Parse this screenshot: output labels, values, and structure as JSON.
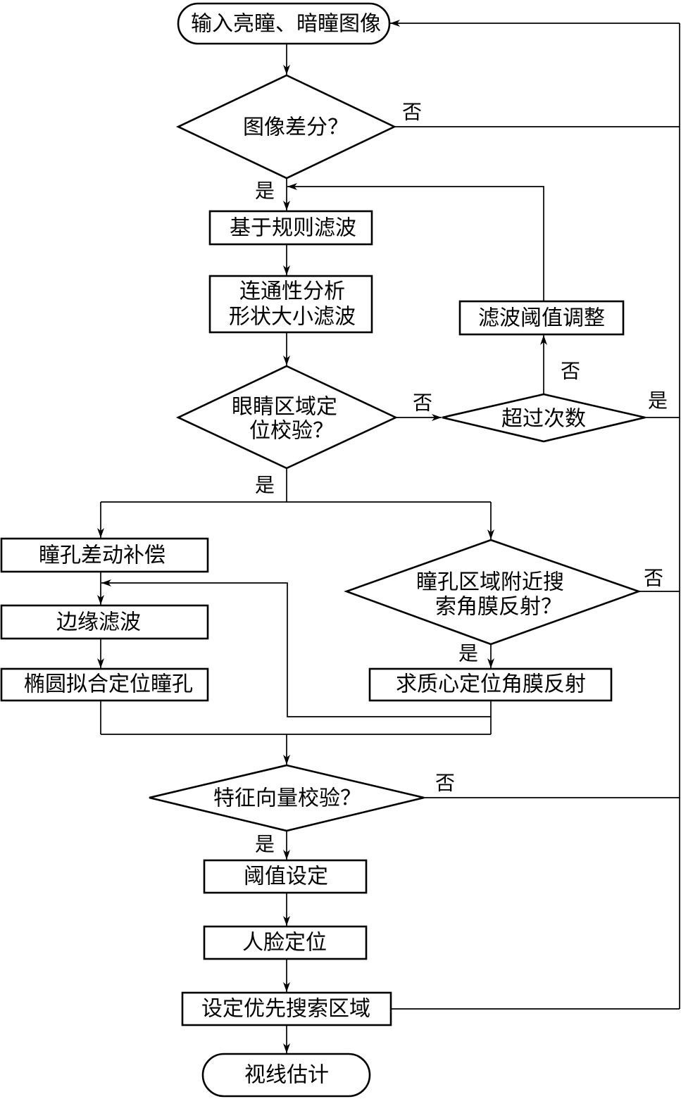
{
  "nodes": {
    "start": "输入亮瞳、暗瞳图像",
    "image_diff": "图像差分？",
    "rule_filter": "基于规则滤波",
    "connectivity": [
      "连通性分析",
      "形状大小滤波"
    ],
    "eye_region_check": [
      "眼睛区域定",
      "位校验？"
    ],
    "exceed_count": "超过次数",
    "threshold_adjust": "滤波阈值调整",
    "pupil_compensation": "瞳孔差动补偿",
    "edge_filter": "边缘滤波",
    "ellipse_fit": "椭圆拟合定位瞳孔",
    "corneal_search": [
      "瞳孔区域附近搜",
      "索角膜反射？"
    ],
    "centroid": "求质心定位角膜反射",
    "feature_vector_check": "特征向量校验？",
    "threshold_set": "阈值设定",
    "face_locate": "人脸定位",
    "priority_region": "设定优先搜索区域",
    "end": "视线估计"
  },
  "branch_labels": {
    "image_diff_no": "否",
    "image_diff_yes": "是",
    "eye_check_no": "否",
    "eye_check_yes": "是",
    "exceed_no": "否",
    "exceed_yes": "是",
    "corneal_no": "否",
    "corneal_yes": "是",
    "feature_no": "否",
    "feature_yes": "是"
  }
}
